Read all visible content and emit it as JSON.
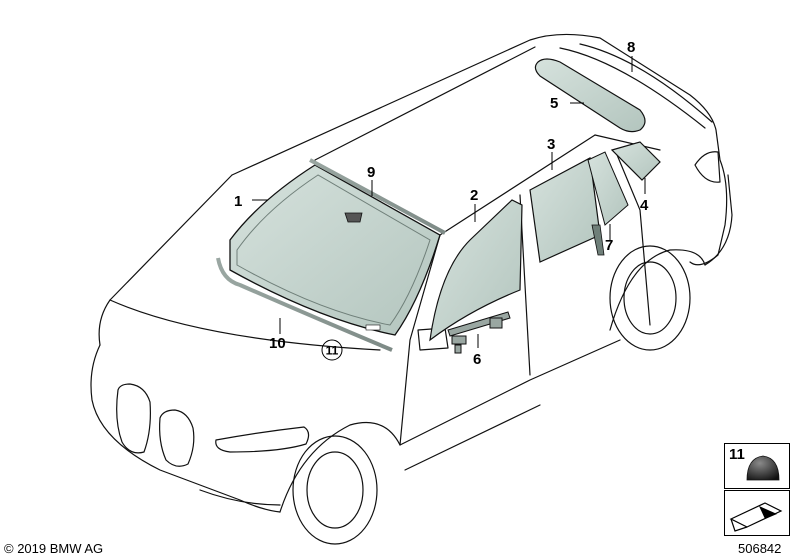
{
  "callouts": {
    "c1": "1",
    "c2": "2",
    "c3": "3",
    "c4": "4",
    "c5": "5",
    "c6": "6",
    "c7": "7",
    "c8": "8",
    "c9": "9",
    "c10": "10",
    "c11": "11"
  },
  "legend": {
    "part_number": "11"
  },
  "footer": {
    "copyright": "© 2019 BMW AG",
    "diagram_id": "506842"
  }
}
